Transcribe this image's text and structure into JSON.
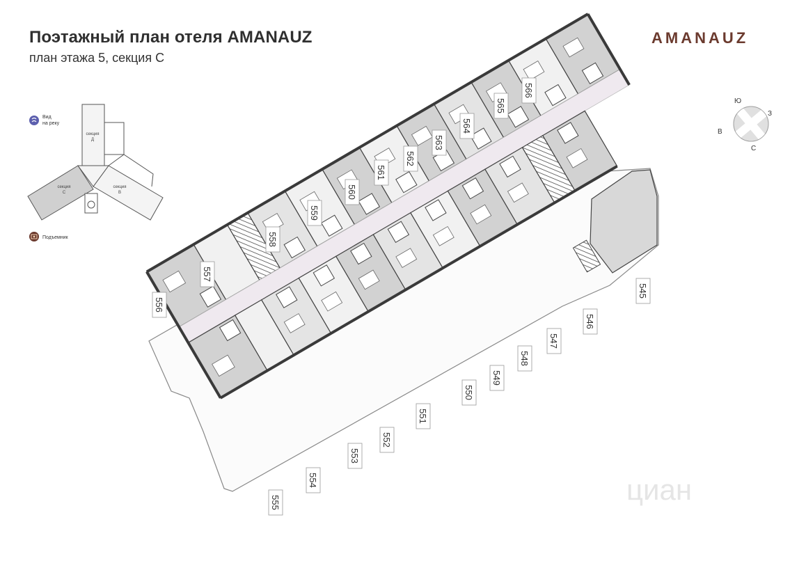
{
  "header": {
    "title": "Поэтажный план отеля AMANAUZ",
    "subtitle": "план этажа 5, секция С",
    "brand": "AMANAUZ"
  },
  "colors": {
    "brand": "#6b3a2e",
    "wall": "#3a3a3a",
    "unit_dark": "#cfcfcf",
    "unit_mid": "#e3e3e3",
    "unit_light": "#f1f1f1",
    "corridor": "#efe9ef",
    "river_badge": "#5c5fae",
    "lift_badge": "#6b3a2e"
  },
  "legend": {
    "river_view": "Вид на реку",
    "river_view_line1": "Вид",
    "river_view_line2": "на реку",
    "lift": "Подъемник",
    "river_icon": "river-view-icon",
    "lift_icon": "lift-icon",
    "sections": [
      {
        "line1": "секция",
        "line2": "Д"
      },
      {
        "line1": "секция",
        "line2": "С"
      },
      {
        "line1": "секция",
        "line2": "В"
      }
    ]
  },
  "compass": {
    "north": "Ю",
    "east": "З",
    "west": "В",
    "south": "С"
  },
  "units_top": [
    "556",
    "557",
    "558",
    "559",
    "560",
    "561",
    "562",
    "563",
    "564",
    "565",
    "566"
  ],
  "units_bottom": [
    "555",
    "554",
    "553",
    "552",
    "551",
    "550",
    "549",
    "548",
    "547",
    "546",
    "545"
  ],
  "watermark": "циан"
}
